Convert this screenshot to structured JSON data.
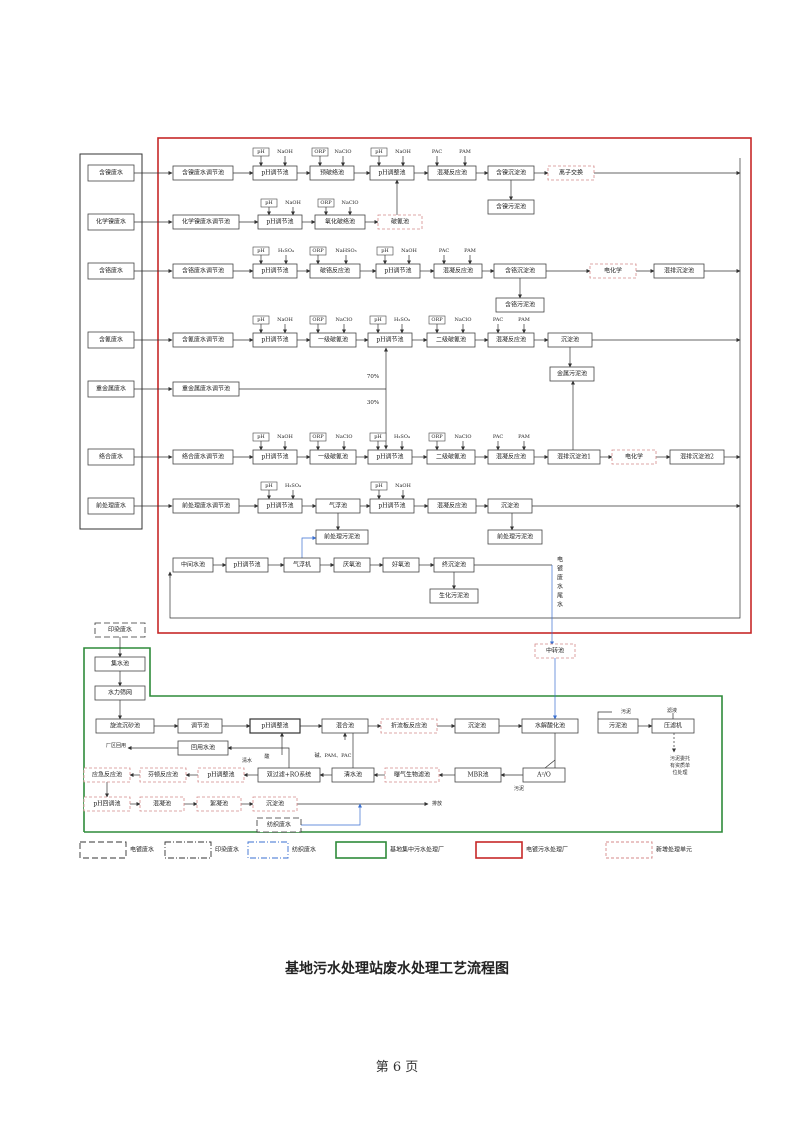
{
  "caption": "基地污水处理站废水处理工艺流程图",
  "page_number": "第 6 页",
  "colors": {
    "plating_frame": "#c62828",
    "base_frame": "#2e8b3a",
    "new_unit": "#d48a8a",
    "blue_line": "#3a6fd1",
    "box_border": "#444444"
  },
  "sources": {
    "nickel": "含镍废水",
    "chem_nickel": "化学镍废水",
    "chrome": "含铬废水",
    "cyanide": "含氰废水",
    "heavy_metal": "重金属废水",
    "complex": "络合废水",
    "pretreat": "前处理废水"
  },
  "nodes": {
    "n_adj": "含镍废水调节池",
    "n_ph": "pH调节池",
    "n_break": "预破络池",
    "n_ph2": "pH调整池",
    "n_coag": "混凝反应池",
    "n_sed": "含镍沉淀池",
    "n_ion": "离子交换",
    "n_sludge": "含镍污泥池",
    "c_adj": "化学镍废水调节池",
    "c_ph": "pH调节池",
    "c_ox": "氧化破络池",
    "c_break": "破氰池",
    "cr_adj": "含铬废水调节池",
    "cr_ph": "pH调节池",
    "cr_red": "破铬反应池",
    "cr_ph2": "pH调节池",
    "cr_coag": "混凝反应池",
    "cr_sed": "含铬沉淀池",
    "cr_sludge": "含铬污泥池",
    "cr_elec": "电化学",
    "cr_mix": "混排沉淀池",
    "cy_adj": "含氰废水调节池",
    "cy_ph": "pH调节池",
    "cy_first": "一级破氰池",
    "cy_ph2": "pH调节池",
    "cy_second": "二级破氰池",
    "cy_coag": "混凝反应池",
    "cy_sed": "沉淀池",
    "metal_sludge": "金属污泥池",
    "h_adj": "重金属废水调节池",
    "pct70": "70%",
    "pct30": "30%",
    "x_adj": "络合废水调节池",
    "x_ph": "pH调节池",
    "x_first": "一级破氰池",
    "x_ph2": "pH调节池",
    "x_second": "二级破氰池",
    "x_coag": "混凝反应池",
    "x_mix1": "混排沉淀池1",
    "x_elec": "电化学",
    "x_mix2": "混排沉淀池2",
    "p_adj": "前处理废水调节池",
    "p_ph": "pH调节池",
    "p_float": "气浮池",
    "p_ph2": "pH调节池",
    "p_coag": "混凝反应池",
    "p_sed": "沉淀池",
    "p_sludge1": "前处理污泥池",
    "p_sludge2": "前处理污泥池",
    "b_mid": "中间水池",
    "b_ph": "pH调节池",
    "b_float": "气浮机",
    "b_anox": "厌氧池",
    "b_oxic": "好氧池",
    "b_sed": "终沉淀池",
    "b_sludge": "生化污泥池",
    "tail_label": "电镀废水尾水",
    "dye_src": "印染废水",
    "collect": "集水池",
    "screen": "水力筛网",
    "transfer": "中转池",
    "grit": "旋流沉砂池",
    "equal": "调节池",
    "g_ph": "pH调整池",
    "g_mix": "混合池",
    "g_fold": "折流板反应池",
    "g_sed": "沉淀池",
    "hydro": "水解酸化池",
    "sludge_pool": "污泥池",
    "press": "压滤机",
    "reuse_pool": "回用水池",
    "reuse_text": "厂区回用",
    "acid": "酸",
    "dosing": "碱、PAM、PAC",
    "clear": "清水池",
    "baf": "曝气生物滤池",
    "mbr": "MBR池",
    "ao": "A²/O",
    "dual": "双过滤+RO系统",
    "qing": "清水",
    "sludge_text": "污泥",
    "filtrate": "滤液",
    "sludge_out": "污泥委托有资质单位处理",
    "r_emerg": "应急反应池",
    "r_fenton": "芬顿反应池",
    "r_ph": "pH调整池",
    "r_ph2": "pH回调池",
    "r_coag": "混凝池",
    "r_floc": "絮凝池",
    "r_sed": "沉淀池",
    "discharge": "排放",
    "pollute": "污泥",
    "textile": "纺织废水"
  },
  "reagents": {
    "ph": "pH",
    "orp": "ORP",
    "naoh": "NaOH",
    "naclo": "NaClO",
    "pac": "PAC",
    "pam": "PAM",
    "h2so4": "H₂SO₄",
    "nahso3": "NaHSO₃"
  },
  "legend": {
    "plating": "电镀废水",
    "dye": "印染废水",
    "textile": "纺织废水",
    "base_plant": "基地集中污水处理厂",
    "plating_plant": "电镀污水处理厂",
    "new_unit": "新增处理单元"
  }
}
